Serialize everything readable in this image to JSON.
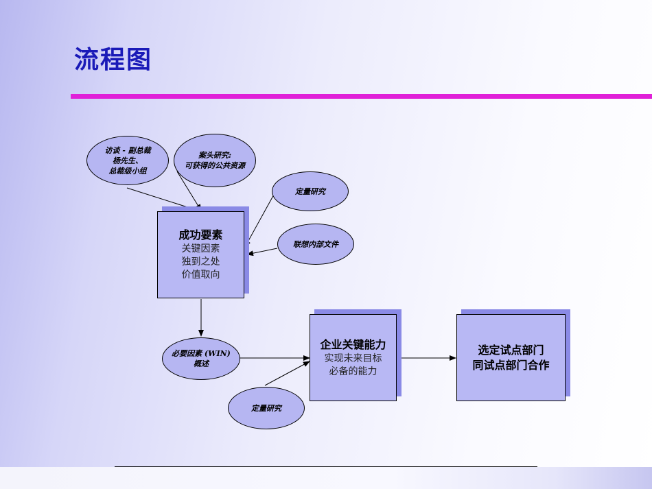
{
  "title": "流程图",
  "colors": {
    "title": "#1a1ab8",
    "accent_rule": "#e020d8",
    "box_fill": "#b8b8f4",
    "box_shadow": "#8a8ae6",
    "oval_fill": "#b6b6f2"
  },
  "ovals": {
    "interview": [
      "访谈 - 副总裁",
      "杨先生、",
      "总裁级小组"
    ],
    "desk_research": [
      "案头研究:",
      "可获得的公共资源"
    ],
    "quant_1": [
      "定量研究"
    ],
    "internal_docs": [
      "联想内部文件"
    ],
    "win_overview": [
      "必要因素 (WIN)",
      "概述"
    ],
    "quant_2": [
      "定量研究"
    ]
  },
  "boxes": {
    "success": {
      "title": "成功要素",
      "lines": [
        "关键因素",
        "独到之处",
        "价值取向"
      ]
    },
    "capability": {
      "title": "企业关键能力",
      "lines": [
        "实现未来目标",
        "必备的能力"
      ]
    },
    "pilot": {
      "title": "选定试点部门",
      "lines": [
        "同试点部门合作"
      ]
    }
  }
}
